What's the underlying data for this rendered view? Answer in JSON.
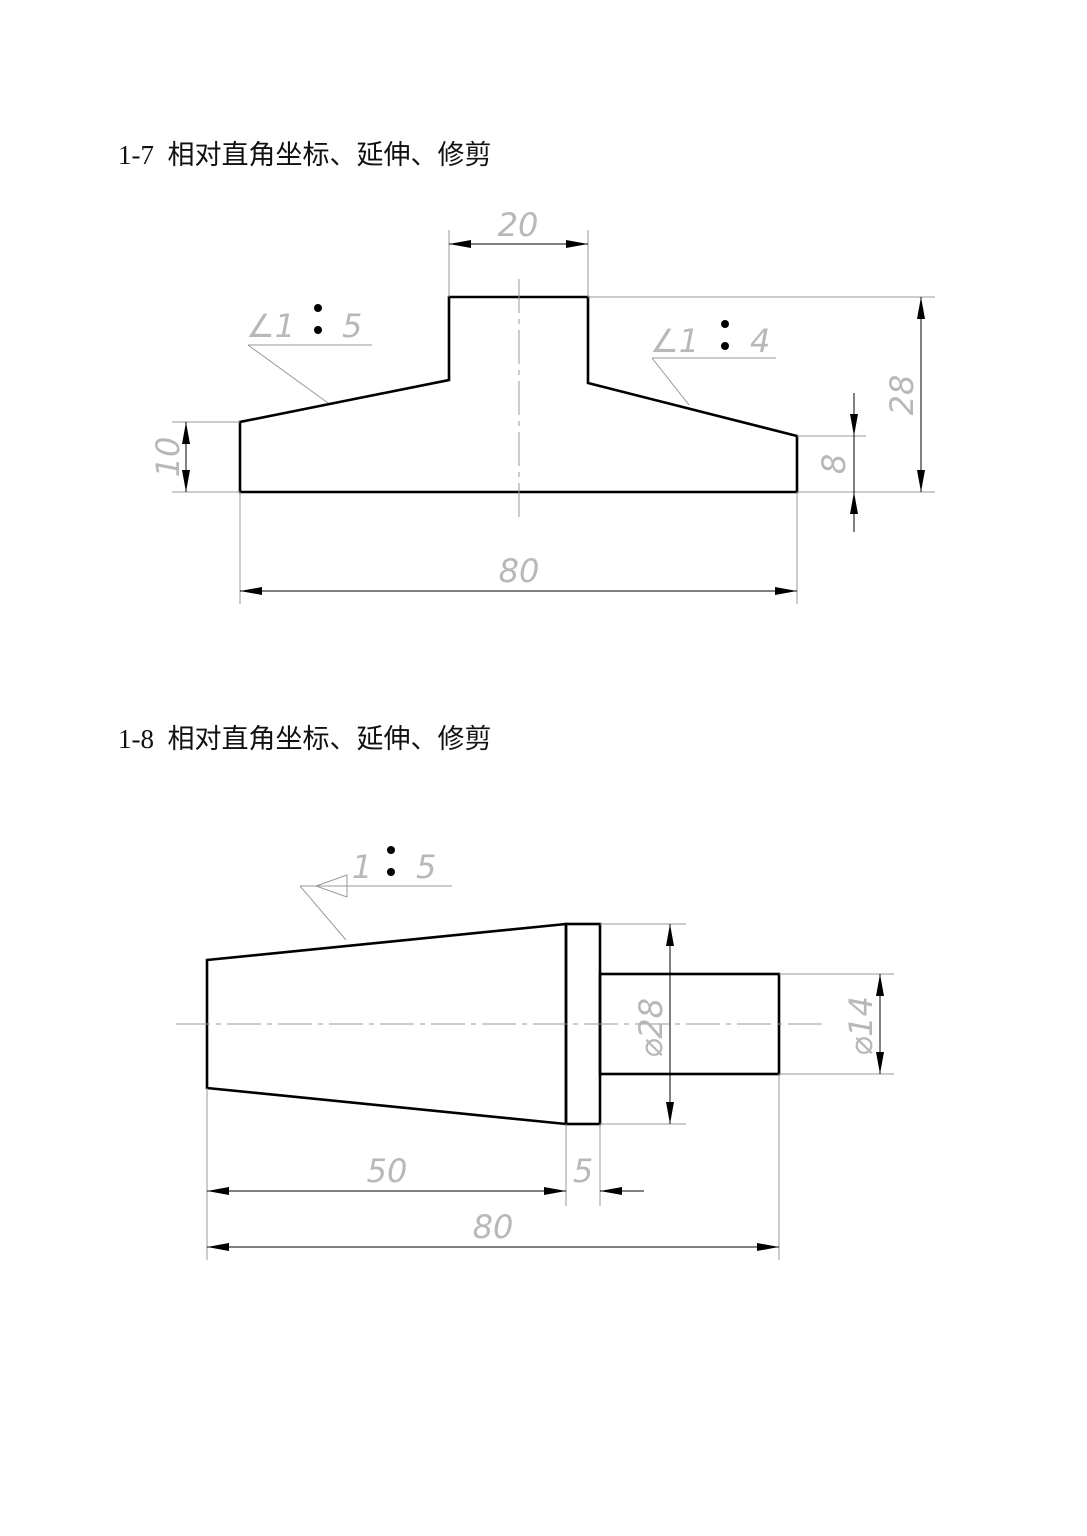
{
  "figures": [
    {
      "title": "1-7  相对直角坐标、延伸、修剪",
      "dimensions": {
        "top_width": "20",
        "overall_height": "28",
        "left_height": "10",
        "right_height": "8",
        "overall_width": "80"
      },
      "tapers": [
        {
          "prefix": "∠1",
          "suffix": "5"
        },
        {
          "prefix": "∠1",
          "suffix": "4"
        }
      ]
    },
    {
      "title": "1-8  相对直角坐标、延伸、修剪",
      "dimensions": {
        "large_diameter": "⌀28",
        "small_diameter": "⌀14",
        "cone_length": "50",
        "collar_length": "5",
        "overall_length": "80"
      },
      "taper": {
        "prefix": "1",
        "suffix": "5"
      }
    }
  ]
}
